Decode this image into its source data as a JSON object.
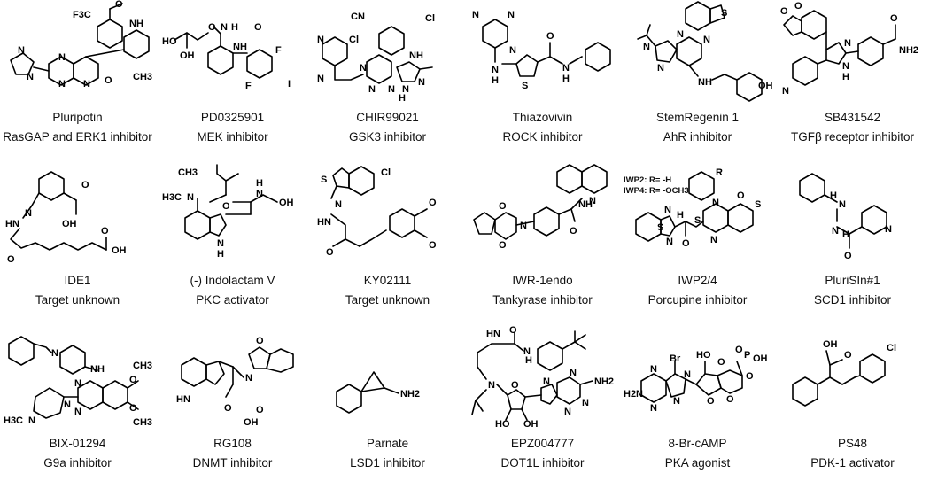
{
  "compounds": [
    {
      "name": "Pluripotin",
      "role": "RasGAP and ERK1 inhibitor"
    },
    {
      "name": "PD0325901",
      "role": "MEK inhibitor"
    },
    {
      "name": "CHIR99021",
      "role": "GSK3 inhibitor"
    },
    {
      "name": "Thiazovivin",
      "role": "ROCK inhibitor"
    },
    {
      "name": "StemRegenin 1",
      "role": "AhR inhibitor"
    },
    {
      "name": "SB431542",
      "role": "TGFβ receptor inhibitor"
    },
    {
      "name": "IDE1",
      "role": "Target unknown"
    },
    {
      "name": "(-) Indolactam V",
      "role": "PKC activator"
    },
    {
      "name": "KY02111",
      "role": "Target unknown"
    },
    {
      "name": "IWR-1endo",
      "role": "Tankyrase inhibitor"
    },
    {
      "name": "IWP2/4",
      "role": "Porcupine inhibitor",
      "notes": [
        "IWP2: R= -H",
        "IWP4: R= -OCH3"
      ]
    },
    {
      "name": "PluriSIn#1",
      "role": "SCD1 inhibitor"
    },
    {
      "name": "BIX-01294",
      "role": "G9a inhibitor"
    },
    {
      "name": "RG108",
      "role": "DNMT inhibitor"
    },
    {
      "name": "Parnate",
      "role": "LSD1 inhibitor"
    },
    {
      "name": "EPZ004777",
      "role": "DOT1L inhibitor"
    },
    {
      "name": "8-Br-cAMP",
      "role": "PKA agonist"
    },
    {
      "name": "PS48",
      "role": "PDK-1 activator"
    }
  ],
  "atom_labels": [
    [
      "F3C",
      "NH",
      "O",
      "N",
      "N",
      "N",
      "N",
      "N",
      "O",
      "CH3"
    ],
    [
      "HO",
      "OH",
      "O",
      "N",
      "H",
      "O",
      "NH",
      "F",
      "F",
      "I"
    ],
    [
      "CN",
      "Cl",
      "Cl",
      "N",
      "N",
      "N",
      "N",
      "N",
      "N",
      "NH",
      "N",
      "H"
    ],
    [
      "N",
      "N",
      "N",
      "S",
      "O",
      "N",
      "H",
      "N",
      "H"
    ],
    [
      "S",
      "N",
      "N",
      "N",
      "N",
      "NH",
      "OH"
    ],
    [
      "O",
      "O",
      "N",
      "N",
      "H",
      "N",
      "NH2",
      "O"
    ],
    [
      "O",
      "OH",
      "HN",
      "N",
      "O",
      "OH",
      "O"
    ],
    [
      "H3C",
      "CH3",
      "H",
      "N",
      "N",
      "OH",
      "O",
      "N",
      "H"
    ],
    [
      "Cl",
      "S",
      "N",
      "HN",
      "O",
      "O",
      "O"
    ],
    [
      "N",
      "NH",
      "O",
      "O",
      "N",
      "O"
    ],
    [
      "R",
      "O",
      "N",
      "S",
      "N",
      "S",
      "N",
      "O",
      "S",
      "H",
      "N"
    ],
    [
      "H",
      "N",
      "N",
      "H",
      "N",
      "O"
    ],
    [
      "N",
      "NH",
      "N",
      "N",
      "N",
      "CH3",
      "O",
      "CH3",
      "O",
      "H3C",
      "N"
    ],
    [
      "HN",
      "O",
      "N",
      "O",
      "O",
      "OH"
    ],
    [
      "NH2"
    ],
    [
      "HN",
      "O",
      "N",
      "H",
      "N",
      "O",
      "N",
      "N",
      "NH2",
      "N",
      "N",
      "HO",
      "OH"
    ],
    [
      "Br",
      "HO",
      "O",
      "O",
      "P",
      "O",
      "OH",
      "H2N",
      "N",
      "N",
      "N",
      "N",
      "O",
      "O"
    ],
    [
      "OH",
      "O",
      "Cl"
    ]
  ]
}
